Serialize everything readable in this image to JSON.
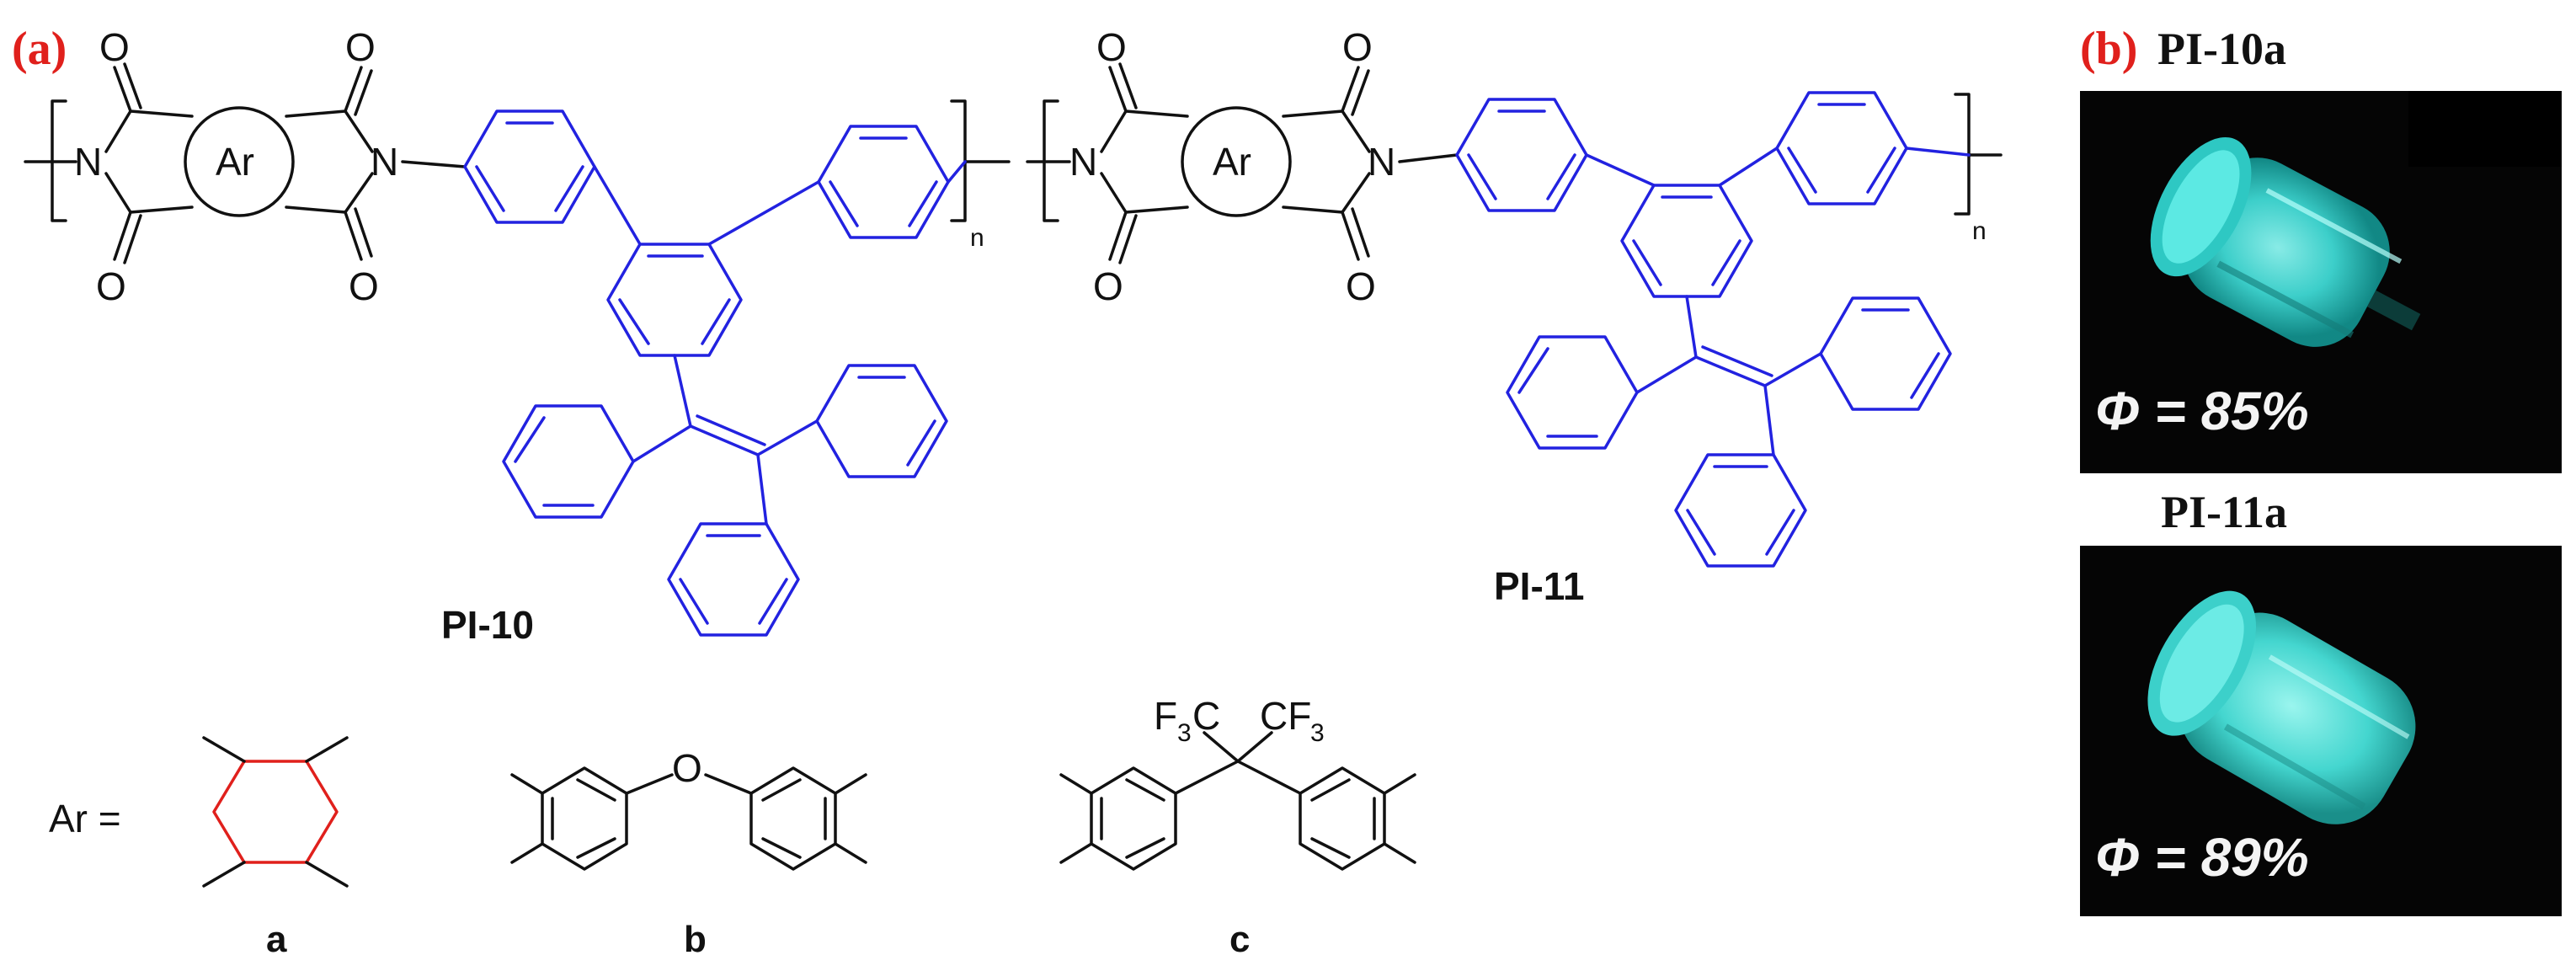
{
  "panel_a": {
    "tag": "(a)"
  },
  "panel_b": {
    "tag": "(b)"
  },
  "structures": {
    "pi10": {
      "label": "PI-10"
    },
    "pi11": {
      "label": "PI-11"
    },
    "atoms": {
      "nitrogen": "N",
      "oxygen": "O",
      "ar": "Ar",
      "repeat": "n"
    },
    "ar_definition": {
      "prefix": "Ar  =",
      "options": [
        "a",
        "b",
        "c"
      ],
      "cf3_left": "F",
      "cf3_right": "CF",
      "sub3": "3",
      "c_letter": "C"
    }
  },
  "photos": [
    {
      "title": "PI-10a",
      "quantum_yield": "Φ = 85%"
    },
    {
      "title": "PI-11a",
      "quantum_yield": "Φ = 89%"
    }
  ],
  "colors": {
    "tag": "#e0201c",
    "tpe_unit": "#2222e0",
    "ring_a": "#e0201c",
    "photo_glow": "#3fe0dc"
  }
}
